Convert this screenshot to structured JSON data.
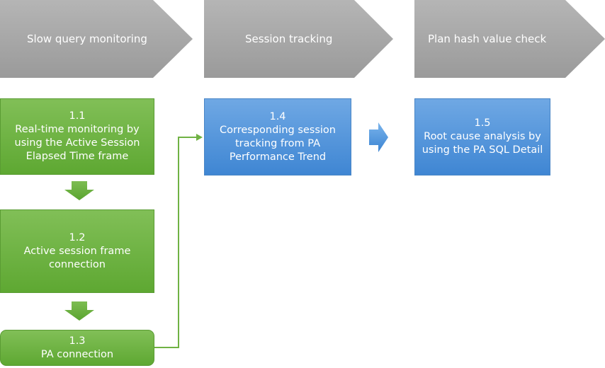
{
  "phases": [
    {
      "label": "Slow query monitoring"
    },
    {
      "label": "Session tracking"
    },
    {
      "label": "Plan hash value check"
    }
  ],
  "steps": {
    "s1_1": {
      "number": "1.1",
      "lines": [
        "Real-time monitoring by",
        "using the Active Session",
        "Elapsed Time frame"
      ]
    },
    "s1_2": {
      "number": "1.2",
      "lines": [
        "Active session frame",
        "connection"
      ]
    },
    "s1_3": {
      "number": "1.3",
      "lines": [
        "PA connection"
      ]
    },
    "s1_4": {
      "number": "1.4",
      "lines": [
        "Corresponding session",
        "tracking from PA",
        "Performance Trend"
      ]
    },
    "s1_5": {
      "number": "1.5",
      "lines": [
        "Root cause analysis by",
        "using the PA SQL Detail"
      ]
    }
  },
  "colors": {
    "phase_fill": "#a6a6a6",
    "green": "#70b244",
    "blue": "#4f92d9",
    "connector": "#70b244",
    "text": "#ffffff"
  }
}
